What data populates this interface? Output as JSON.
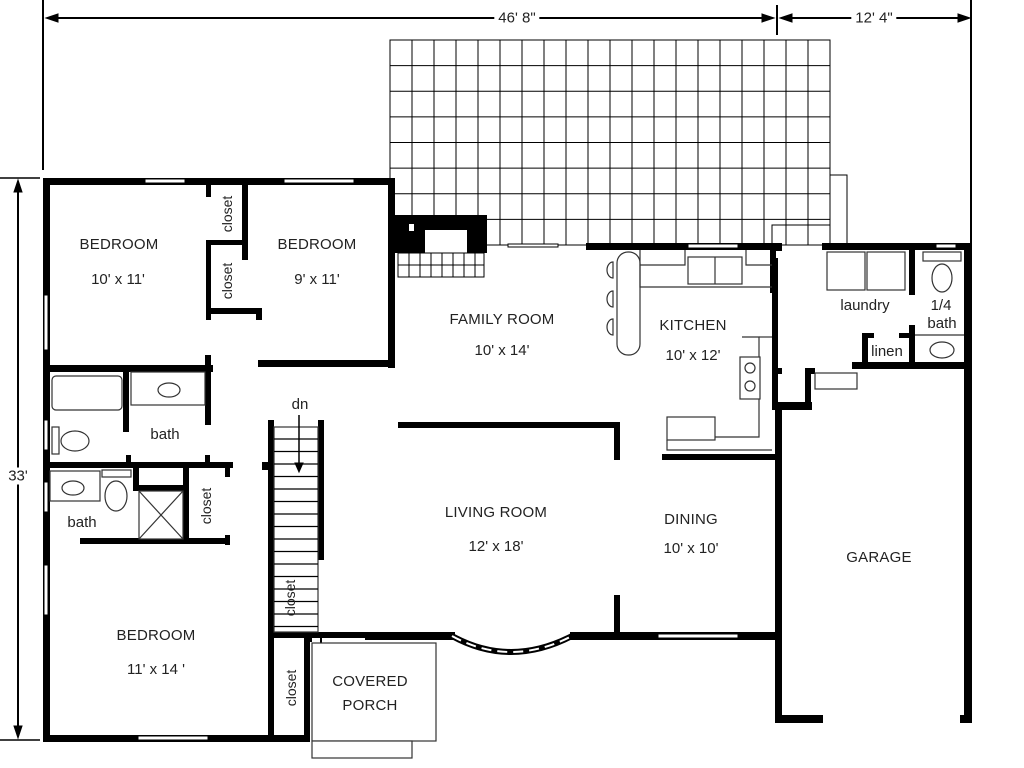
{
  "dimensions": {
    "top_main": "46' 8\"",
    "top_garage": "12' 4\"",
    "left_depth": "33'"
  },
  "rooms": {
    "bedroom_nw": {
      "name": "BEDROOM",
      "size": "10' x 11'"
    },
    "bedroom_n": {
      "name": "BEDROOM",
      "size": "9' x 11'"
    },
    "family_room": {
      "name": "FAMILY ROOM",
      "size": "10' x 14'"
    },
    "kitchen": {
      "name": "KITCHEN",
      "size": "10' x 12'"
    },
    "laundry": {
      "name": "laundry"
    },
    "quarter_bath": {
      "name_line1": "1/4",
      "name_line2": "bath"
    },
    "linen": {
      "name": "linen"
    },
    "bath_upper": {
      "name": "bath"
    },
    "bath_lower": {
      "name": "bath"
    },
    "living_room": {
      "name": "LIVING ROOM",
      "size": "12' x 18'"
    },
    "dining": {
      "name": "DINING",
      "size": "10' x 10'"
    },
    "garage": {
      "name": "GARAGE"
    },
    "bedroom_sw": {
      "name": "BEDROOM",
      "size": "11' x 14 '"
    },
    "covered_porch": {
      "name_line1": "COVERED",
      "name_line2": "PORCH"
    }
  },
  "closets": {
    "c1": "closet",
    "c2": "closet",
    "c3": "closet",
    "c4": "closet",
    "c5": "closet"
  },
  "stairs": {
    "label": "dn"
  },
  "deck": {
    "columns": 20,
    "rows": 8
  },
  "colors": {
    "wall": "#000000",
    "fixture": "#333333",
    "background": "#ffffff"
  }
}
